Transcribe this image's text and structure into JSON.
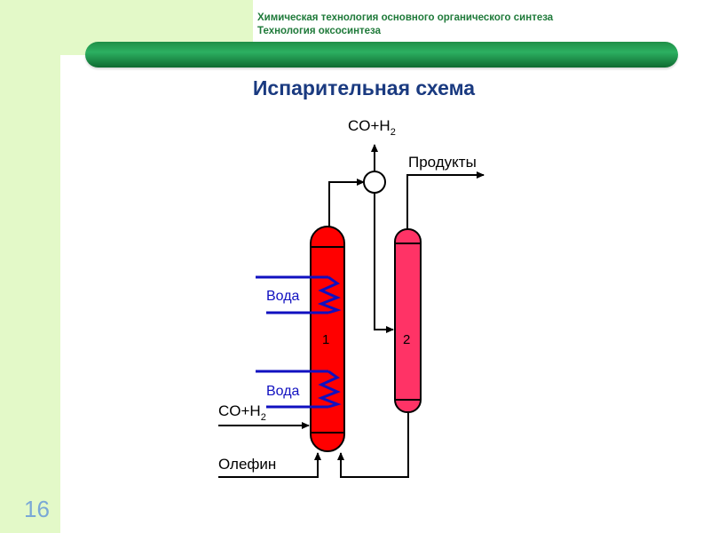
{
  "header": {
    "line1": "Химическая технология основного органического синтеза",
    "line2": " Технология оксосинтеза"
  },
  "title": "Испарительная схема",
  "page_number": "16",
  "diagram": {
    "gas_top": "CO+H",
    "gas_top_sub": "2",
    "products": "Продукты",
    "water_upper": "Вода",
    "water_lower": "Вода",
    "gas_inlet": "CO+H",
    "gas_inlet_sub": "2",
    "olefin": "Олефин",
    "reactor_number": "1",
    "evaporator_number": "2"
  },
  "colors": {
    "reactor": "#ff0000",
    "evaporator": "#ff3366",
    "coil": "#1010c0",
    "header_text": "#1f7a3a",
    "title_text": "#1a3a80"
  }
}
